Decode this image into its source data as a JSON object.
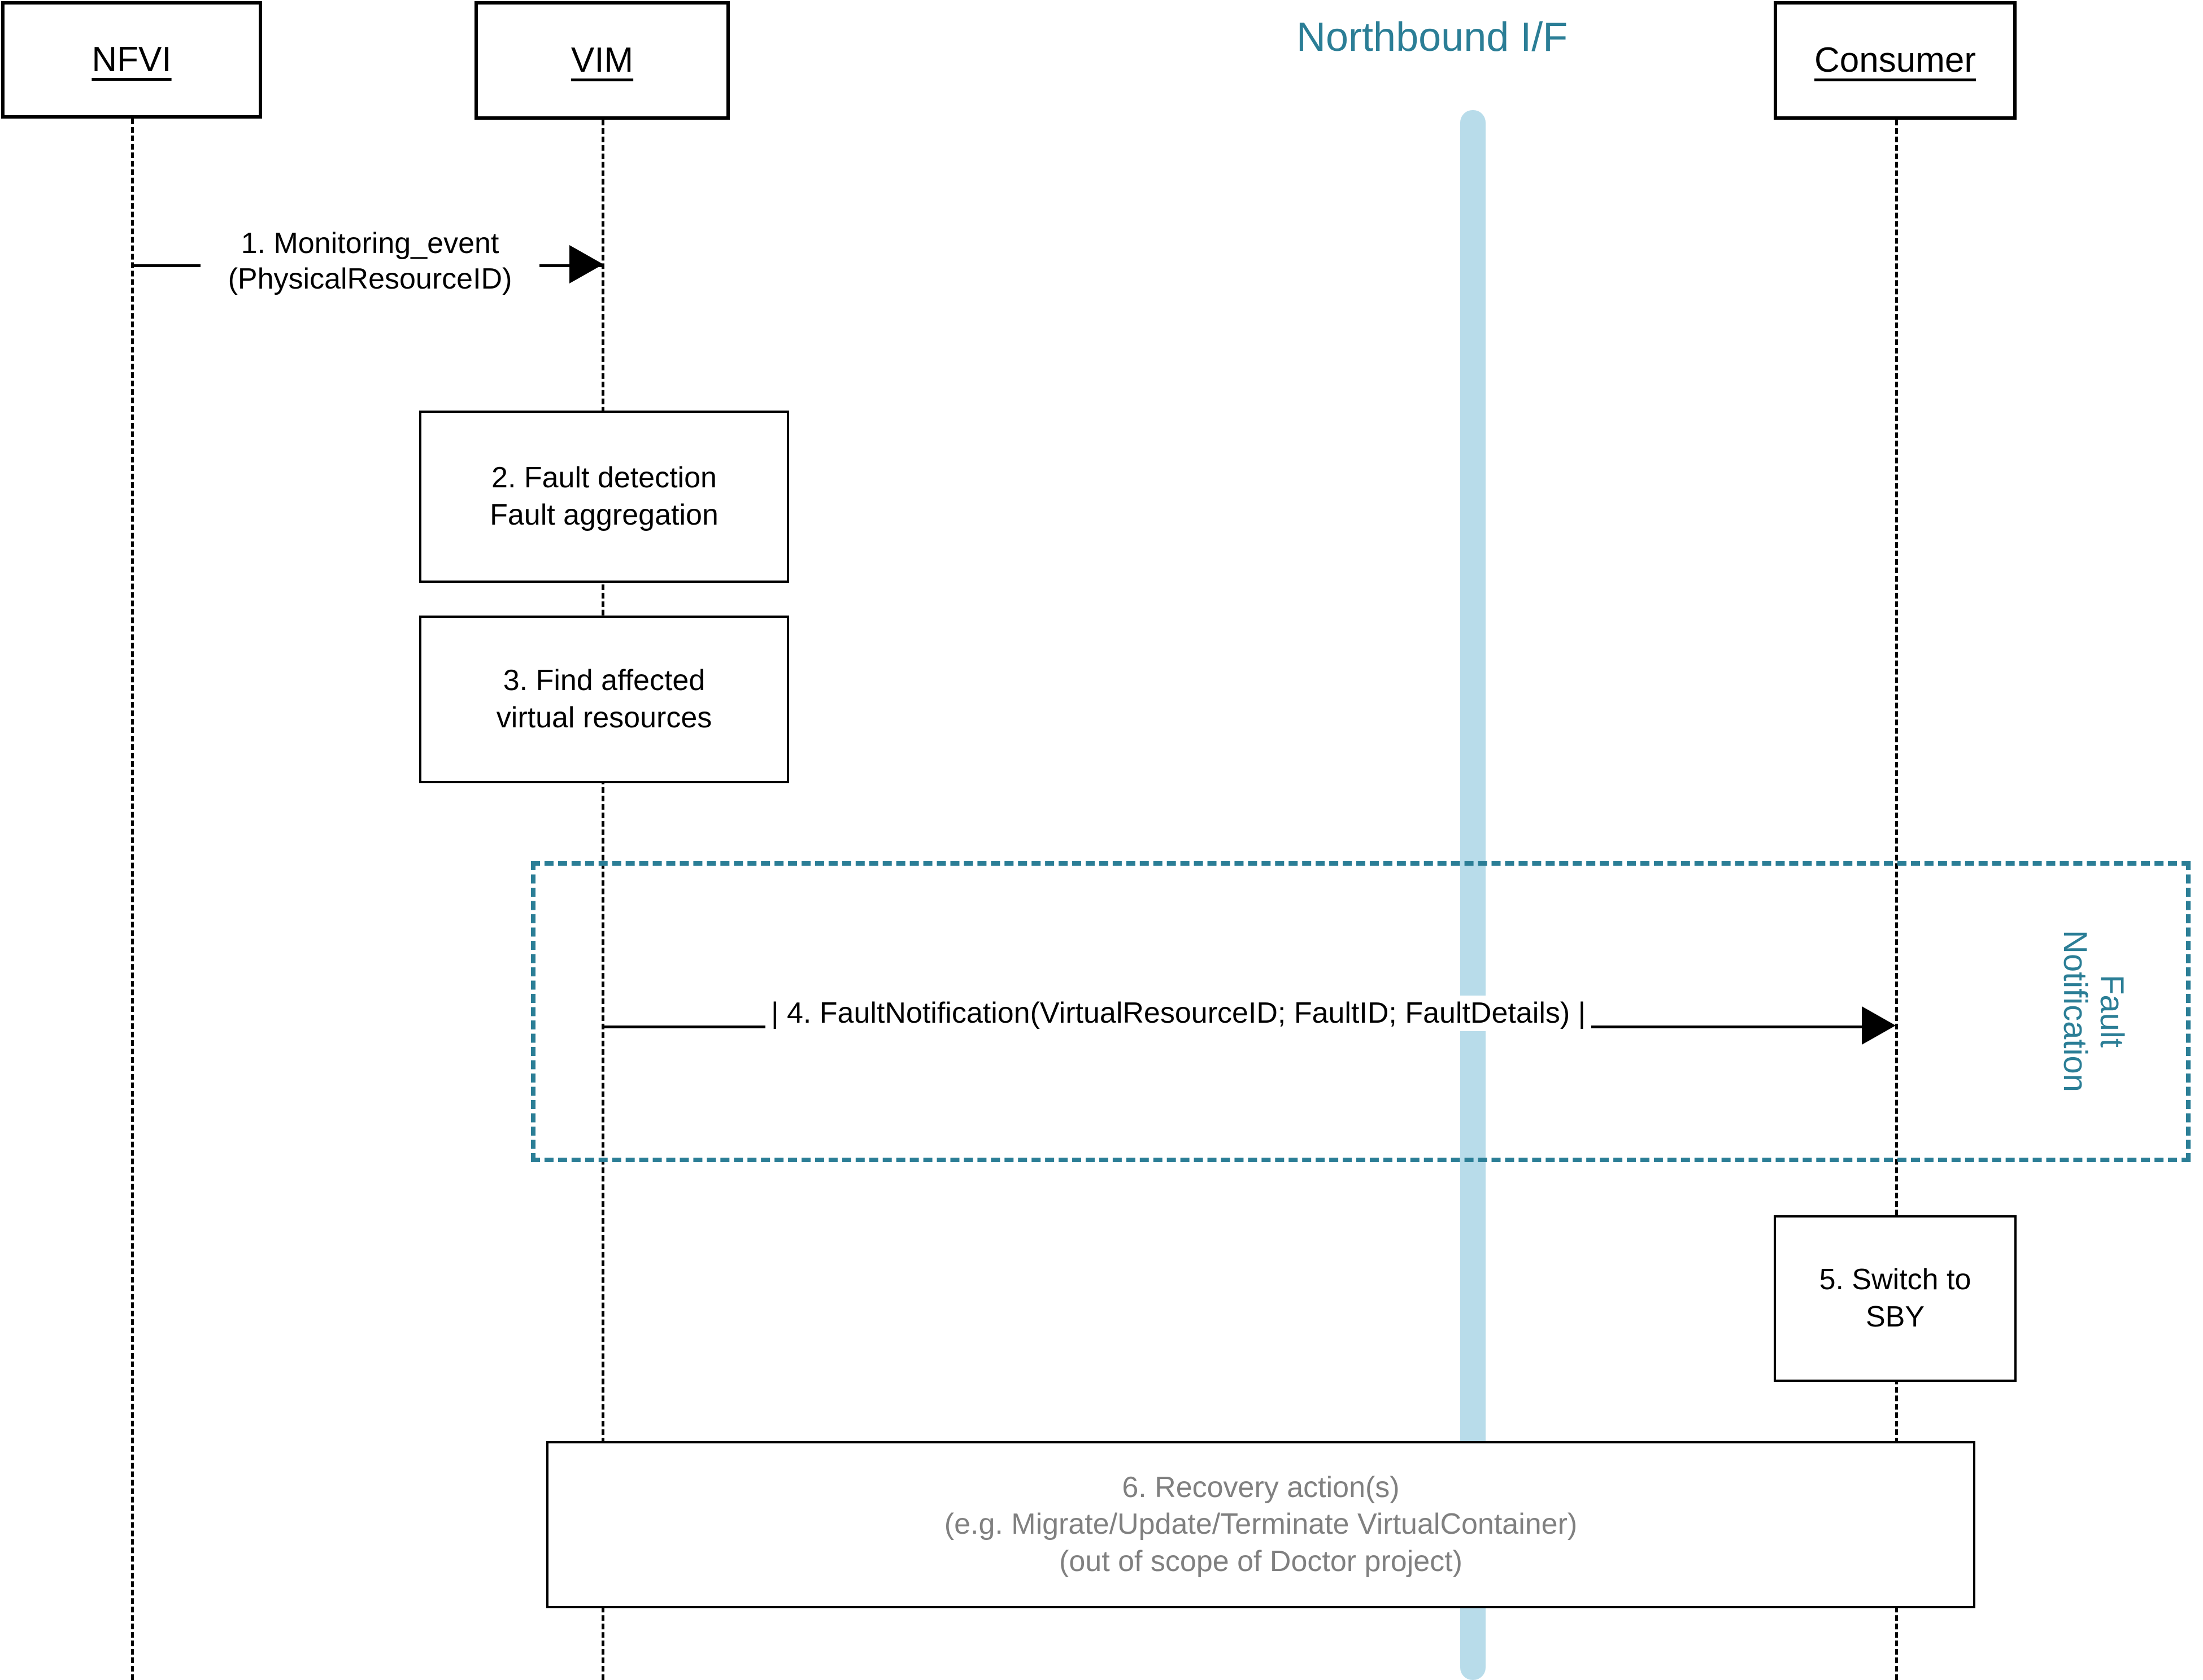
{
  "diagram": {
    "kind": "uml-sequence-diagram",
    "accent_color": "#2b7e96",
    "bar_color": "#b8dcea",
    "muted_text_color": "#808080"
  },
  "participants": [
    {
      "name": "nfvi",
      "label": "NFVI"
    },
    {
      "name": "vim",
      "label": "VIM"
    },
    {
      "name": "consumer",
      "label": "Consumer"
    }
  ],
  "interface": {
    "title": "Northbound I/F"
  },
  "messages": [
    {
      "id": "msg-1",
      "from": "nfvi",
      "to": "vim",
      "line1": "1. Monitoring_event",
      "line2": "(PhysicalResourceID)"
    },
    {
      "id": "msg-4",
      "from": "vim",
      "to": "consumer",
      "text": "| 4. FaultNotification(VirtualResourceID; FaultID; FaultDetails) |"
    }
  ],
  "actions": [
    {
      "id": "action-2",
      "on": "vim",
      "lines": [
        "2. Fault detection",
        "Fault aggregation"
      ]
    },
    {
      "id": "action-3",
      "on": "vim",
      "lines": [
        "3. Find affected",
        "virtual resources"
      ]
    },
    {
      "id": "action-5",
      "on": "consumer",
      "lines": [
        "5. Switch to",
        "SBY"
      ]
    },
    {
      "id": "action-6",
      "on": "span",
      "muted": true,
      "lines": [
        "6. Recovery action(s)",
        "(e.g. Migrate/Update/Terminate VirtualContainer)",
        "(out of scope of Doctor project)"
      ]
    }
  ],
  "fragment": {
    "id": "fragment-fault-notification",
    "label": "Fault\nNotification",
    "label_line1": "Fault",
    "label_line2": "Notification"
  }
}
